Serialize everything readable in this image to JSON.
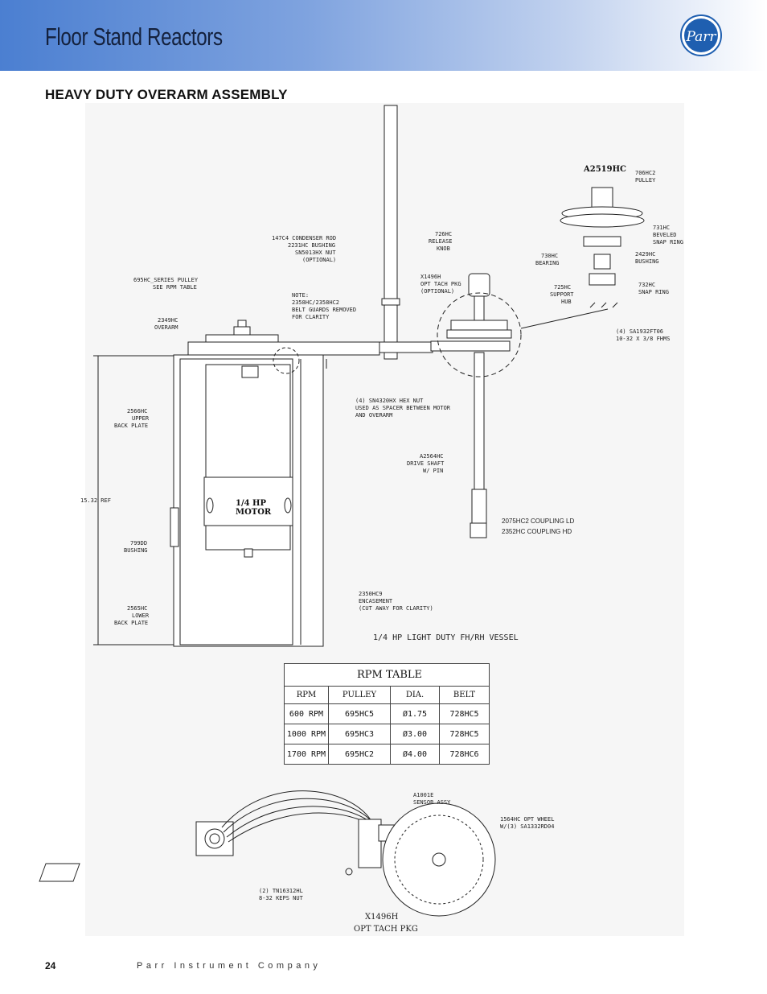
{
  "header": {
    "title": "Floor Stand Reactors",
    "logo_text": "Parr"
  },
  "section": {
    "heading": "HEAVY DUTY OVERARM ASSEMBLY"
  },
  "drawing": {
    "assembly_id": "A2519HC",
    "labels": {
      "pulley_706": [
        "706HC2",
        "PULLEY"
      ],
      "snap_731": [
        "731HC",
        "BEVELED",
        "SNAP RING"
      ],
      "bearing_730": [
        "730HC",
        "BEARING"
      ],
      "bushing_2429": [
        "2429HC",
        "BUSHING"
      ],
      "hub_725": [
        "725HC",
        "SUPPORT",
        "HUB"
      ],
      "snap_732": [
        "732HC",
        "SNAP RING"
      ],
      "screws": [
        "(4) SA1932FT06",
        "10-32 X 3/8 FHMS"
      ],
      "condenser": [
        "147C4 CONDENSER ROD",
        "2231HC BUSHING",
        "SN5013HX NUT",
        "(OPTIONAL)"
      ],
      "knob": [
        "726HC",
        "RELEASE",
        "KNOB"
      ],
      "tach_opt": [
        "X1496H",
        "OPT TACH PKG",
        "(OPTIONAL)"
      ],
      "series_pulley": [
        "695HC_SERIES PULLEY",
        "SEE RPM TABLE"
      ],
      "note": [
        "NOTE:",
        "2358HC/2358HC2",
        "BELT GUARDS REMOVED",
        "FOR CLARITY"
      ],
      "overarm": [
        "2349HC",
        "OVERARM"
      ],
      "hexnut": [
        "(4) SN4320HX HEX NUT",
        "USED AS SPACER BETWEEN MOTOR",
        "AND OVERARM"
      ],
      "upper_plate": [
        "2566HC",
        "UPPER",
        "BACK PLATE"
      ],
      "drive_shaft": [
        "A2564HC",
        "DRIVE SHAFT",
        "W/ PIN"
      ],
      "ref_dim": "15.32 REF",
      "motor": [
        "1/4 HP",
        "MOTOR"
      ],
      "coupling_ld": "2075HC2 COUPLING LD",
      "coupling_hd": "2352HC COUPLING HD",
      "bushing_799": [
        "799DD",
        "BUSHING"
      ],
      "encasement": [
        "2350HC9",
        "ENCASEMENT",
        "(CUT AWAY FOR CLARITY)"
      ],
      "lower_plate": [
        "2565HC",
        "LOWER",
        "BACK PLATE"
      ],
      "vessel_caption": "1/4 HP LIGHT DUTY FH/RH VESSEL",
      "sensor": [
        "A1001E",
        "SENSOR ASSY"
      ],
      "wheel": [
        "1564HC OPT WHEEL",
        "W/(3) SA1332RD04"
      ],
      "keps": [
        "(2) TN16312HL",
        "8-32 KEPS NUT"
      ],
      "tach_caption": [
        "X1496H",
        "OPT TACH PKG"
      ]
    }
  },
  "rpm_table": {
    "title": "RPM TABLE",
    "columns": [
      "RPM",
      "PULLEY",
      "DIA.",
      "BELT"
    ],
    "rows": [
      [
        "600 RPM",
        "695HC5",
        "Ø1.75",
        "728HC5"
      ],
      [
        "1000 RPM",
        "695HC3",
        "Ø3.00",
        "728HC5"
      ],
      [
        "1700 RPM",
        "695HC2",
        "Ø4.00",
        "728HC6"
      ]
    ]
  },
  "footer": {
    "page": "24",
    "company": "Parr Instrument Company"
  },
  "colors": {
    "header_start": "#4b7fd1",
    "header_end": "#ffffff",
    "logo": "#1f5fb0"
  }
}
